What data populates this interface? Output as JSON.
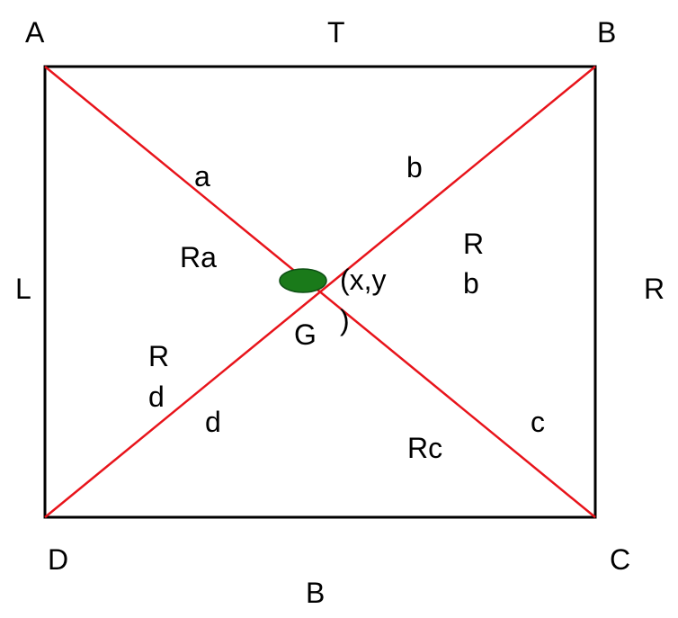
{
  "colors": {
    "frame": "#000000",
    "diagonal": "#e8141b",
    "centroid_fill": "#1a7a1a",
    "centroid_stroke": "#0d4f14",
    "text": "#000000"
  },
  "corners": {
    "top_left": "A",
    "top_right": "B",
    "bottom_right": "C",
    "bottom_left": "D"
  },
  "sides": {
    "top": "T",
    "right": "R",
    "bottom": "B",
    "left": "L"
  },
  "segments": {
    "a": "a",
    "b": "b",
    "c": "c",
    "d": "d"
  },
  "regions": {
    "ra": "Ra",
    "rb_line1": "R",
    "rb_line2": "b",
    "rc": "Rc",
    "rd_line1": "R",
    "rd_line2": "d"
  },
  "center": {
    "label": "G",
    "coord_line1": "(x,y",
    "coord_line2": ")"
  }
}
